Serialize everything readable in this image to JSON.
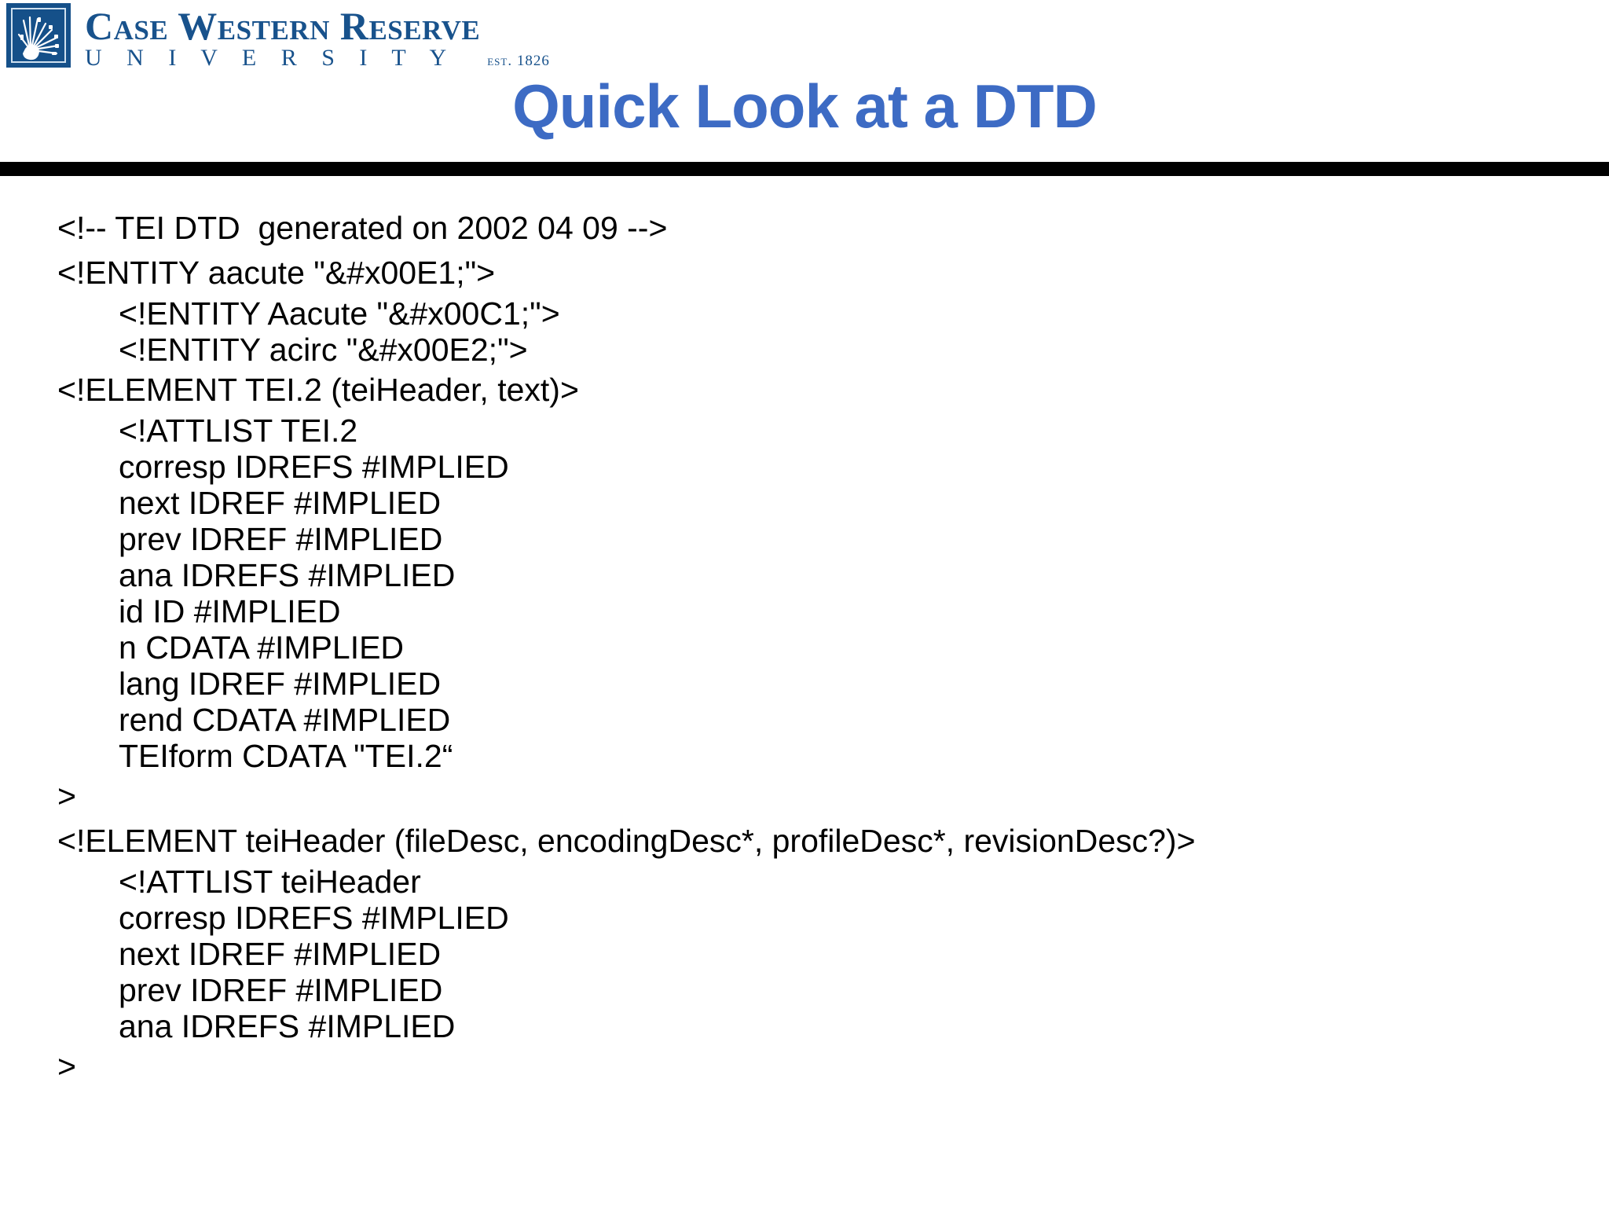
{
  "brand": {
    "logo_icon": "cwru-sunburst-icon",
    "wordmark_line1": "Case Western Reserve",
    "wordmark_line2": "U N I V E R S I T Y",
    "established": "est. 1826",
    "logo_color": "#155089",
    "wordmark_color": "#18528c"
  },
  "header": {
    "title": "Quick Look at a DTD",
    "title_color": "#3d6bc4",
    "rule_color": "#000000"
  },
  "body": {
    "lines": [
      {
        "text": "<!-- TEI DTD  generated on 2002 04 09 -->",
        "indent": 0,
        "spacing": "loose"
      },
      {
        "text": "<!ENTITY aacute \"&#x00E1;\">",
        "indent": 0,
        "spacing": "loose"
      },
      {
        "text": "<!ENTITY Aacute \"&#x00C1;\">",
        "indent": 1,
        "spacing": "tight"
      },
      {
        "text": "<!ENTITY acirc \"&#x00E2;\">",
        "indent": 1,
        "spacing": "tight"
      },
      {
        "text": "<!ELEMENT TEI.2 (teiHeader, text)>",
        "indent": 0,
        "spacing": "loose"
      },
      {
        "text": "<!ATTLIST TEI.2",
        "indent": 1,
        "spacing": "tight"
      },
      {
        "text": "corresp IDREFS #IMPLIED",
        "indent": 1,
        "spacing": "tight"
      },
      {
        "text": "next IDREF #IMPLIED",
        "indent": 1,
        "spacing": "tight"
      },
      {
        "text": "prev IDREF #IMPLIED",
        "indent": 1,
        "spacing": "tight"
      },
      {
        "text": "ana IDREFS #IMPLIED",
        "indent": 1,
        "spacing": "tight"
      },
      {
        "text": "id ID #IMPLIED",
        "indent": 1,
        "spacing": "tight"
      },
      {
        "text": "n CDATA #IMPLIED",
        "indent": 1,
        "spacing": "tight"
      },
      {
        "text": "lang IDREF #IMPLIED",
        "indent": 1,
        "spacing": "tight"
      },
      {
        "text": "rend CDATA #IMPLIED",
        "indent": 1,
        "spacing": "tight"
      },
      {
        "text": "TEIform CDATA \"TEI.2“",
        "indent": 1,
        "spacing": "tight"
      },
      {
        "text": ">",
        "indent": 0,
        "spacing": "loose"
      },
      {
        "text": "<!ELEMENT teiHeader (fileDesc, encodingDesc*, profileDesc*, revisionDesc?)>",
        "indent": 0,
        "spacing": "loose"
      },
      {
        "text": "<!ATTLIST teiHeader",
        "indent": 1,
        "spacing": "tight"
      },
      {
        "text": "corresp IDREFS #IMPLIED",
        "indent": 1,
        "spacing": "tight"
      },
      {
        "text": "next IDREF #IMPLIED",
        "indent": 1,
        "spacing": "tight"
      },
      {
        "text": "prev IDREF #IMPLIED",
        "indent": 1,
        "spacing": "tight"
      },
      {
        "text": "ana IDREFS #IMPLIED",
        "indent": 1,
        "spacing": "tight"
      },
      {
        "text": ">",
        "indent": 0,
        "spacing": "loose"
      }
    ]
  }
}
